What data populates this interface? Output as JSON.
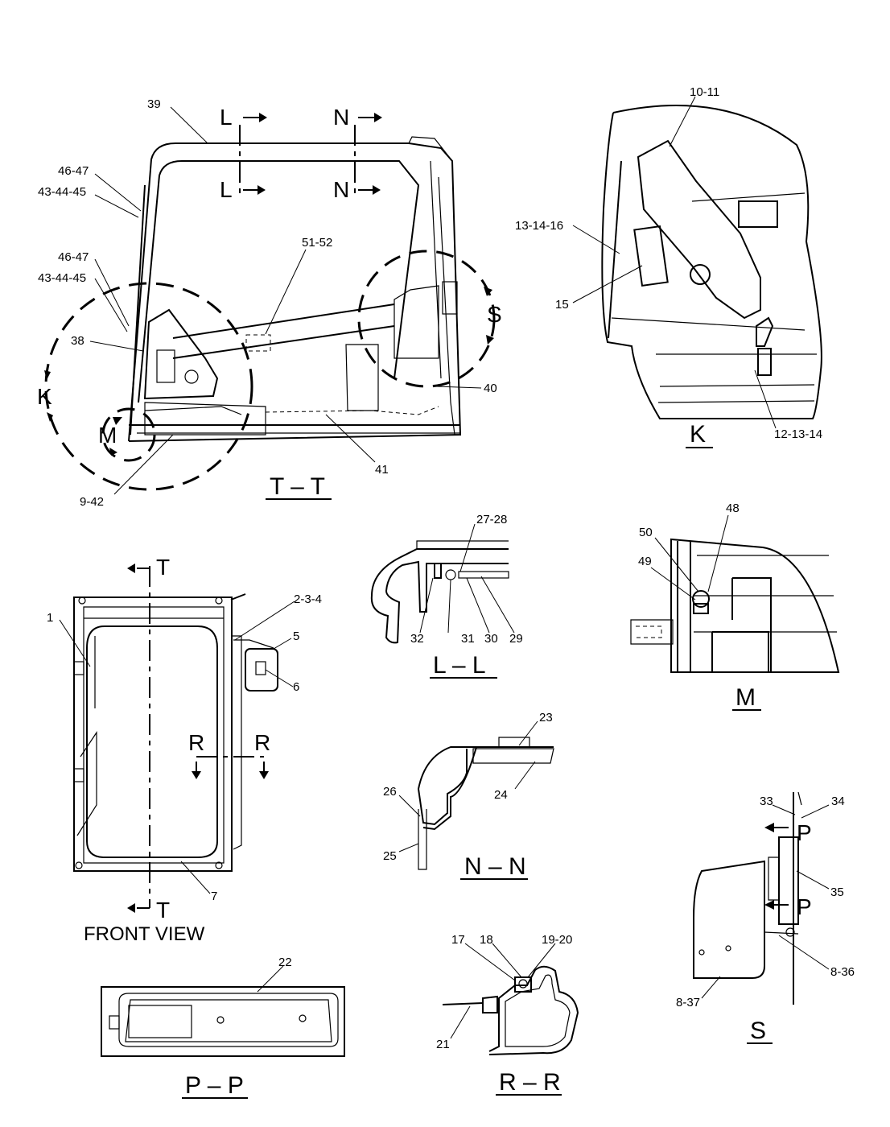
{
  "views": {
    "tt": {
      "title": "T – T",
      "cuts": {
        "l1": "L",
        "l2": "L",
        "n1": "N",
        "n2": "N",
        "s": "S",
        "k1": "K",
        "m1": "M"
      },
      "labels": [
        "39",
        "46-47",
        "43-44-45",
        "46-47",
        "43-44-45",
        "38",
        "51-52",
        "40",
        "41",
        "9-42"
      ]
    },
    "k": {
      "title": "K",
      "labels": [
        "10-11",
        "13-14-16",
        "15",
        "12-13-14"
      ]
    },
    "front": {
      "title": "FRONT VIEW",
      "cuts": {
        "t1": "T",
        "t2": "T",
        "r1": "R",
        "r2": "R"
      },
      "labels": [
        "1",
        "2-3-4",
        "5",
        "6",
        "7"
      ]
    },
    "ll": {
      "title": "L – L",
      "labels": [
        "27-28",
        "32",
        "31",
        "30",
        "29"
      ]
    },
    "m": {
      "title": "M",
      "labels": [
        "48",
        "50",
        "49"
      ]
    },
    "nn": {
      "title": "N – N",
      "labels": [
        "23",
        "24",
        "26",
        "25"
      ]
    },
    "s": {
      "title": "S",
      "cuts": {
        "p1": "P",
        "p2": "P"
      },
      "labels": [
        "33",
        "34",
        "35",
        "8-36",
        "8-37"
      ]
    },
    "pp": {
      "title": "P – P",
      "labels": [
        "22"
      ]
    },
    "rr": {
      "title": "R – R",
      "labels": [
        "17",
        "18",
        "19-20",
        "21"
      ]
    }
  }
}
